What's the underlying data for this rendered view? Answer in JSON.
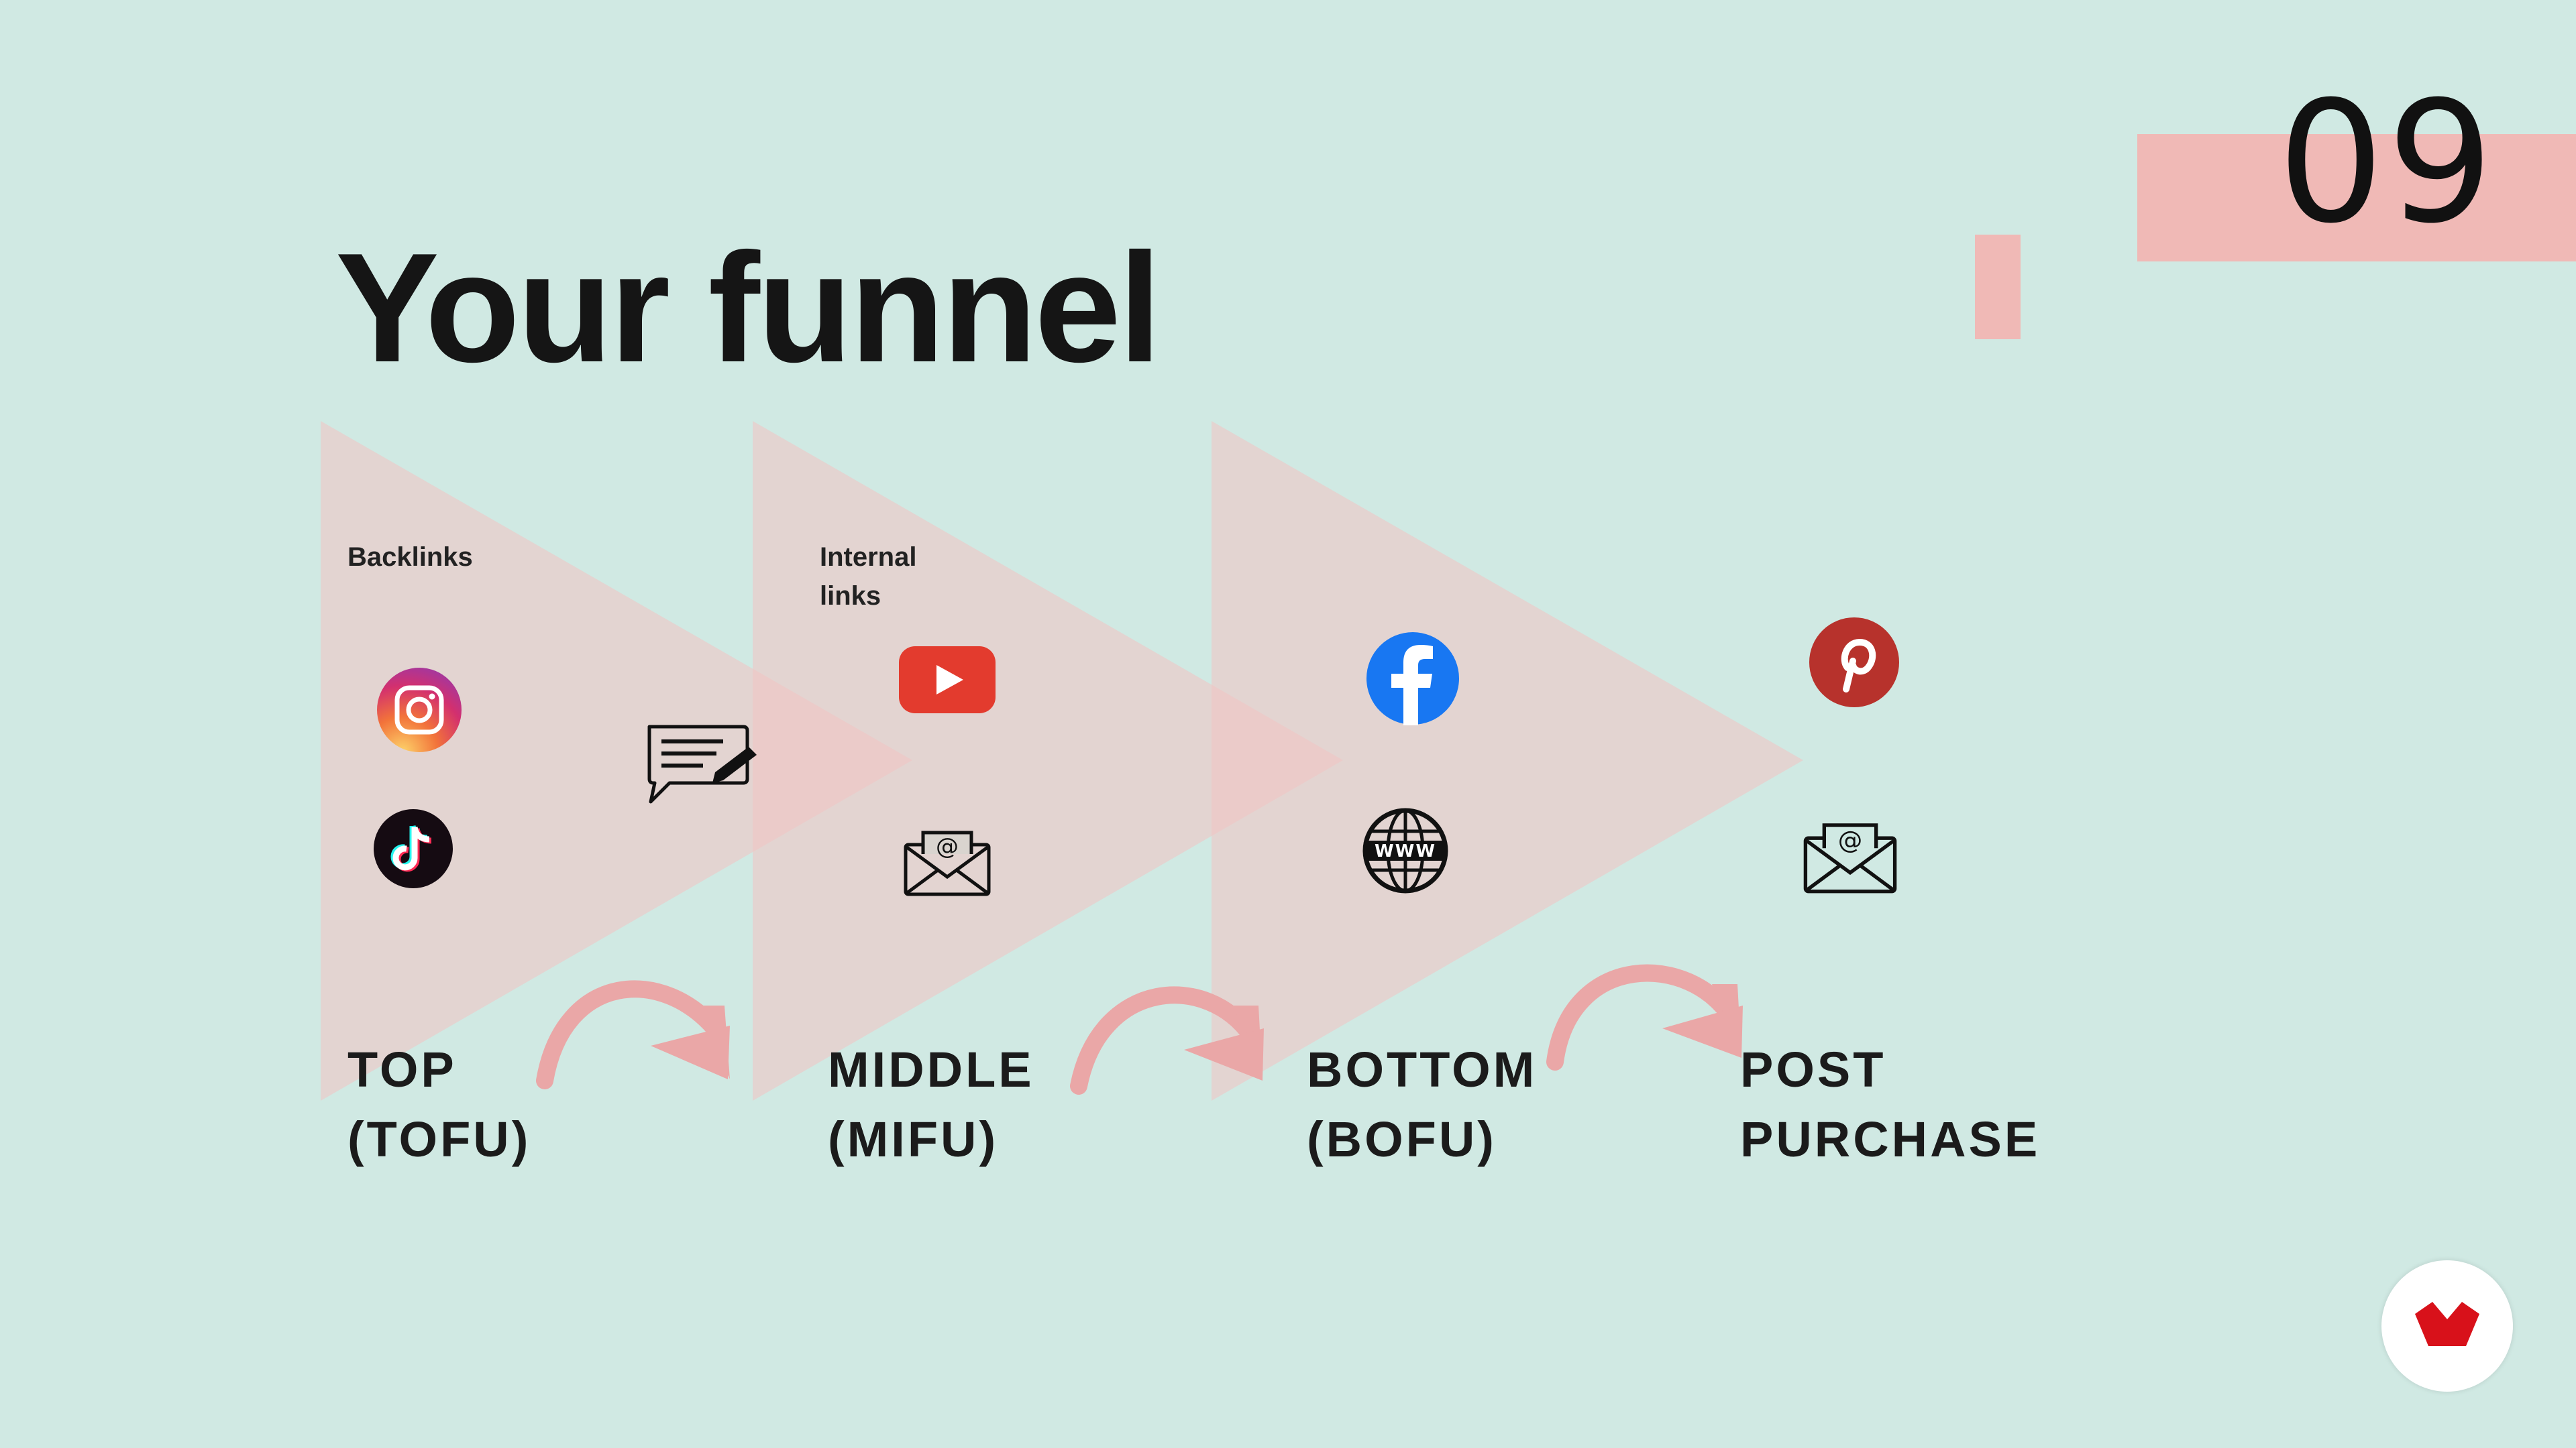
{
  "slide": {
    "page_number": "09",
    "title": "Your funnel"
  },
  "labels": {
    "backlinks": "Backlinks",
    "internal_line1": "Internal",
    "internal_line2": "links"
  },
  "stages": [
    {
      "line1": "TOP",
      "line2": "(TOFU)"
    },
    {
      "line1": "MIDDLE",
      "line2": "(MIFU)"
    },
    {
      "line1": "BOTTOM",
      "line2": "(BOFU)"
    },
    {
      "line1": "POST",
      "line2": "PURCHASE"
    }
  ],
  "icons": [
    "instagram-icon",
    "tiktok-icon",
    "blog-comment-icon",
    "youtube-icon",
    "email-icon",
    "facebook-icon",
    "www-globe-icon",
    "pinterest-icon"
  ],
  "colors": {
    "background": "#d0e9e3",
    "accent_pink": "#f0b9b6",
    "triangle_fill": "#f2c2c2",
    "arrow": "#eaa7a7"
  }
}
